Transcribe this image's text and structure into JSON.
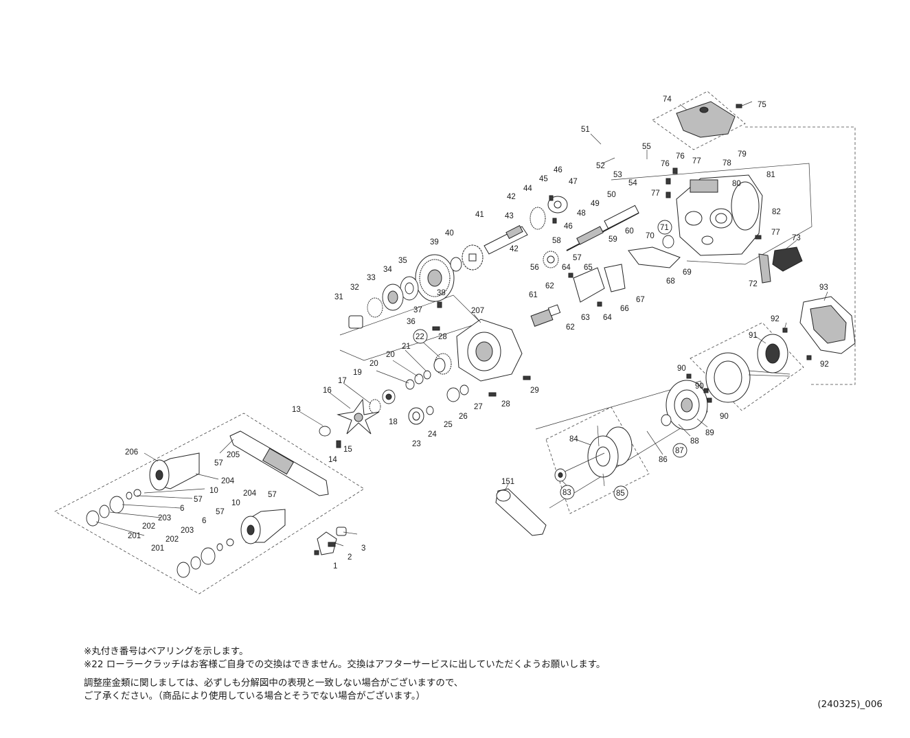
{
  "labels": {
    "l1": "1",
    "l2": "2",
    "l3": "3",
    "l6a": "6",
    "l6b": "6",
    "l10a": "10",
    "l10b": "10",
    "l13": "13",
    "l14": "14",
    "l15": "15",
    "l16": "16",
    "l17": "17",
    "l18": "18",
    "l19": "19",
    "l20a": "20",
    "l20b": "20",
    "l21": "21",
    "l22": "22",
    "l23": "23",
    "l24": "24",
    "l25": "25",
    "l26": "26",
    "l27": "27",
    "l28a": "28",
    "l28b": "28",
    "l29": "29",
    "l31": "31",
    "l32": "32",
    "l33": "33",
    "l34": "34",
    "l35": "35",
    "l36": "36",
    "l37": "37",
    "l38": "38",
    "l39": "39",
    "l40": "40",
    "l41": "41",
    "l42a": "42",
    "l42b": "42",
    "l43": "43",
    "l44": "44",
    "l45": "45",
    "l46a": "46",
    "l46b": "46",
    "l47": "47",
    "l48": "48",
    "l49": "49",
    "l50": "50",
    "l51": "51",
    "l52": "52",
    "l53": "53",
    "l54": "54",
    "l55": "55",
    "l56": "56",
    "l57a": "57",
    "l57b": "57",
    "l57c": "57",
    "l57d": "57",
    "l57e": "57",
    "l58": "58",
    "l59": "59",
    "l60": "60",
    "l61": "61",
    "l62a": "62",
    "l62b": "62",
    "l63": "63",
    "l64a": "64",
    "l64b": "64",
    "l65": "65",
    "l66": "66",
    "l67": "67",
    "l68": "68",
    "l69": "69",
    "l70": "70",
    "l71": "71",
    "l72": "72",
    "l73": "73",
    "l74": "74",
    "l75": "75",
    "l76a": "76",
    "l76b": "76",
    "l77a": "77",
    "l77b": "77",
    "l77c": "77",
    "l78": "78",
    "l79": "79",
    "l80": "80",
    "l81": "81",
    "l82": "82",
    "l83": "83",
    "l84": "84",
    "l85": "85",
    "l86": "86",
    "l87": "87",
    "l88": "88",
    "l89": "89",
    "l90a": "90",
    "l90b": "90",
    "l90c": "90",
    "l91": "91",
    "l92a": "92",
    "l92b": "92",
    "l93": "93",
    "l151": "151",
    "l201a": "201",
    "l201b": "201",
    "l202a": "202",
    "l202b": "202",
    "l203a": "203",
    "l203b": "203",
    "l204a": "204",
    "l204b": "204",
    "l205": "205",
    "l206": "206",
    "l207": "207"
  },
  "notes": {
    "line1": "※丸付き番号はベアリングを示します。",
    "line2": "※22 ローラークラッチはお客様ご自身での交換はできません。交換はアフターサービスに出していただくようお願いします。",
    "line3": "調整座金類に関しましては、必ずしも分解図中の表現と一致しない場合がございますので、",
    "line4": "ご了承ください。（商品により使用している場合とそうでない場合がございます。）"
  },
  "doc_id": "(240325)_006"
}
